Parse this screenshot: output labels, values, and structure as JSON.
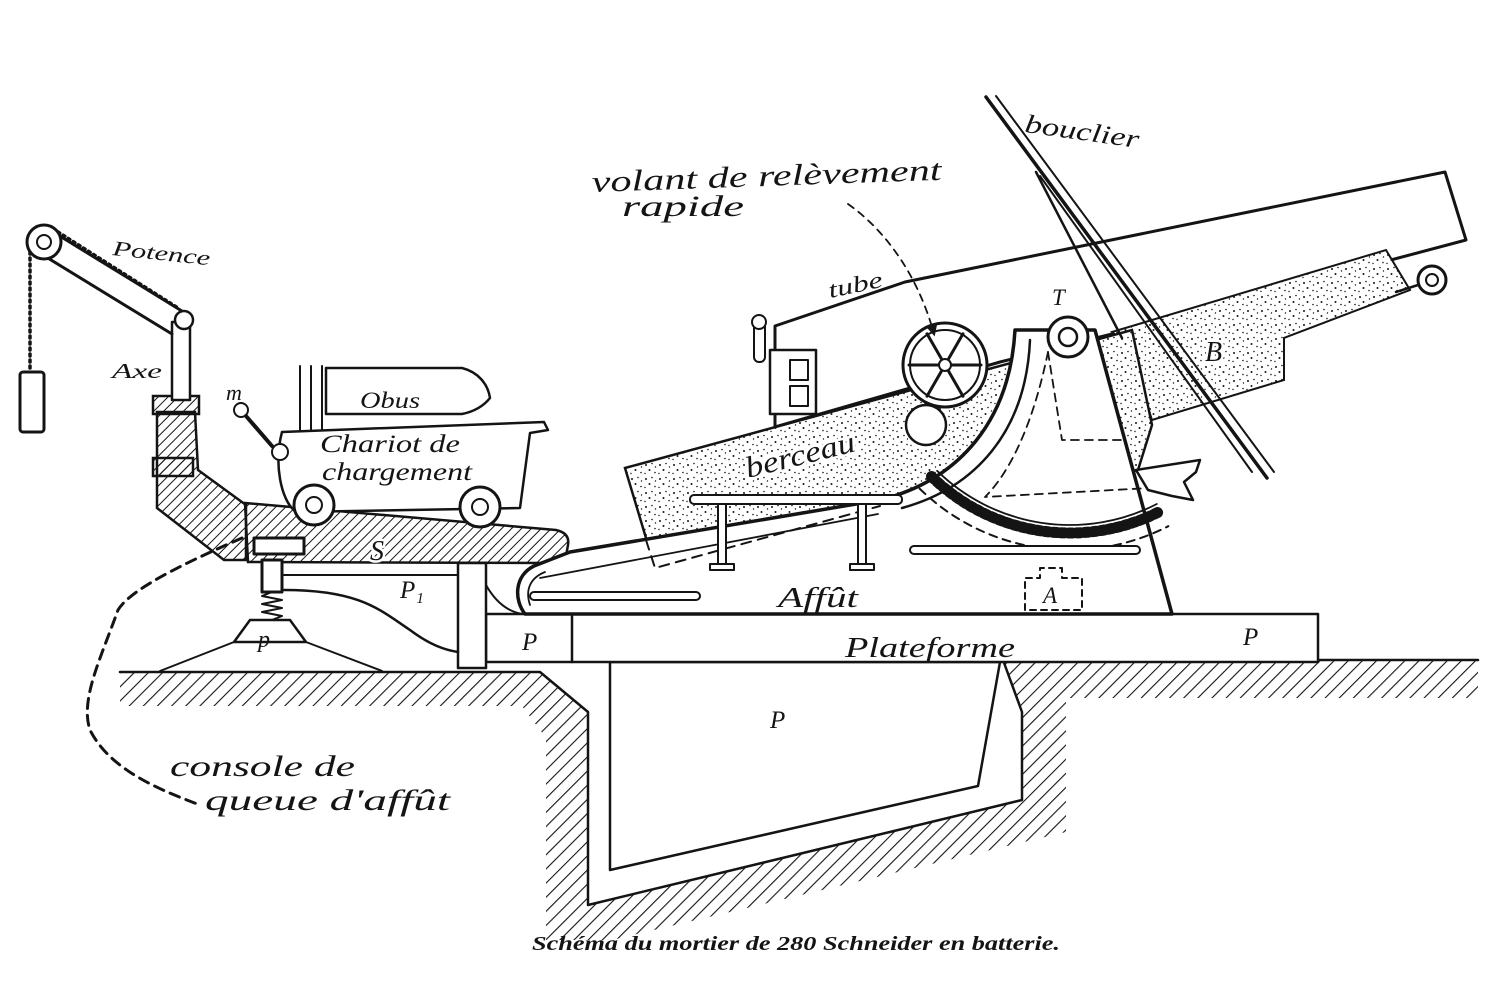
{
  "figure": {
    "caption": "Schéma du mortier de 280 Schneider en batterie."
  },
  "labels": {
    "bouclier": "bouclier",
    "volant_line1": "volant de relèvement",
    "volant_line2": "rapide",
    "potence": "Potence",
    "axe": "Axe",
    "m": "m",
    "obus": "Obus",
    "chariot_line1": "Chariot de",
    "chariot_line2": "chargement",
    "tube": "tube",
    "T": "T",
    "B": "B",
    "berceau": "berceau",
    "S": "S",
    "P1": "P₁",
    "p": "p",
    "P_left": "P",
    "affut": "Affût",
    "A": "A",
    "plateforme": "Plateforme",
    "P_right": "P",
    "P_pit": "P",
    "console_line1": "console de",
    "console_line2": "queue d'affût"
  },
  "colors": {
    "ink": "#141414",
    "paper": "#ffffff"
  }
}
